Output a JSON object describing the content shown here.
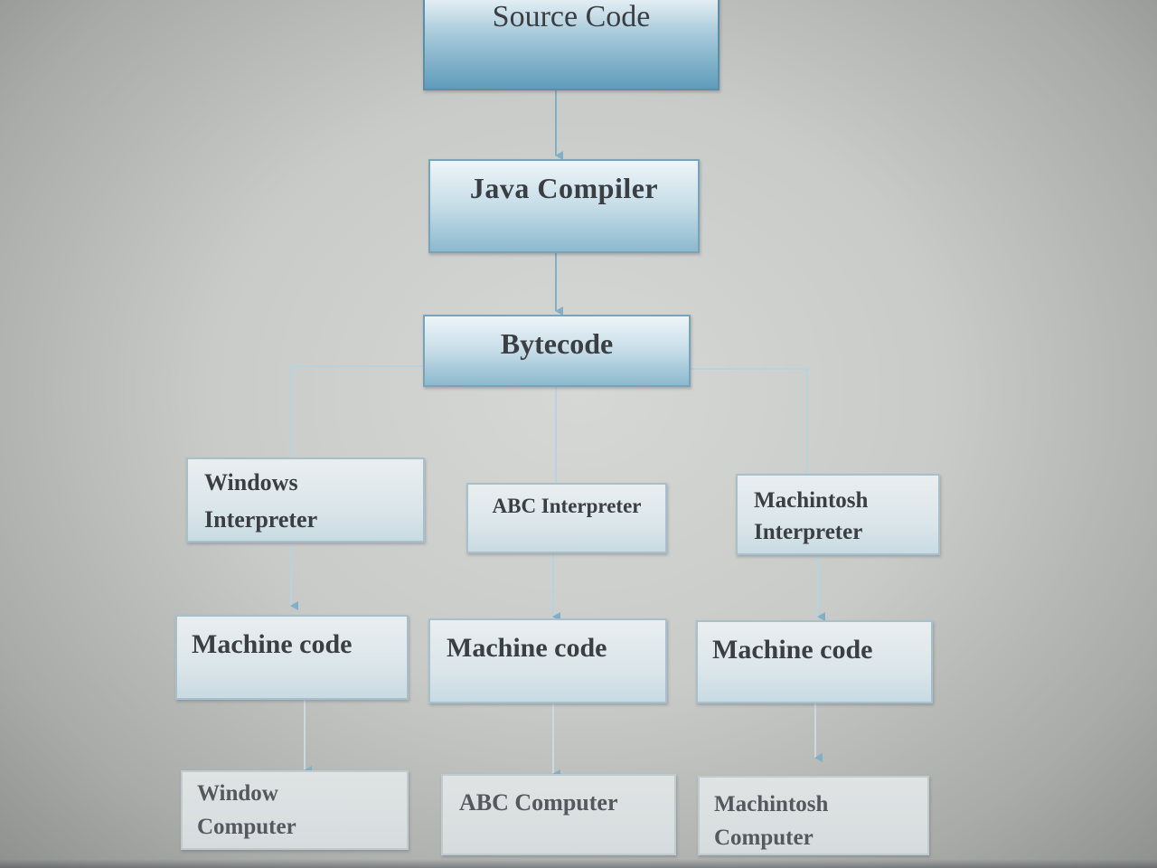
{
  "nodes": {
    "source": "Source Code",
    "compiler": "Java Compiler",
    "bytecode": "Bytecode",
    "interpreters": {
      "windows": [
        "Windows",
        "Interpreter"
      ],
      "abc": "ABC Interpreter",
      "mac": [
        "Machintosh",
        "Interpreter"
      ]
    },
    "machine_code": {
      "windows": "Machine code",
      "abc": "Machine code",
      "mac": "Machine code"
    },
    "computers": {
      "windows": [
        "Window",
        "Computer"
      ],
      "abc": "ABC Computer",
      "mac": [
        "Machintosh",
        "Computer"
      ]
    }
  },
  "colors": {
    "connector": "#7fb0c8",
    "node_dark": "#5f9cbb",
    "node_light": "#d7e6ec",
    "text": "#3b3f44"
  }
}
